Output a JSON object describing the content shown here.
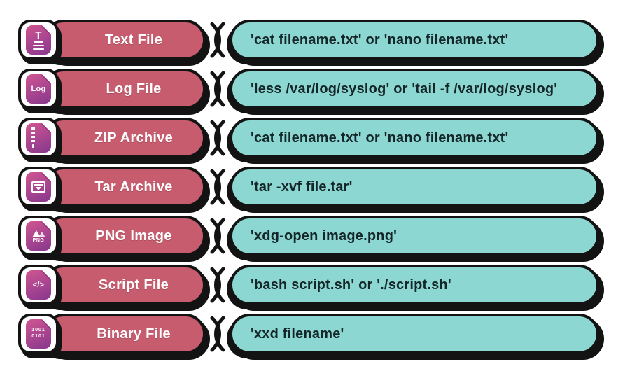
{
  "colors": {
    "left_pill": "#c65c6e",
    "right_pill": "#8dd7d3",
    "outline": "#131313",
    "icon_top": "#d05691",
    "icon_bottom": "#8e3a8e",
    "label_text": "#ffffff",
    "command_text": "#142628"
  },
  "rows": [
    {
      "label": "Text File",
      "command": "'cat filename.txt' or 'nano filename.txt'",
      "icon": "text-file-icon",
      "icon_glyph": "T"
    },
    {
      "label": "Log File",
      "command": "'less /var/log/syslog' or 'tail -f /var/log/syslog'",
      "icon": "log-file-icon",
      "icon_glyph": "Log"
    },
    {
      "label": "ZIP Archive",
      "command": "'cat filename.txt' or 'nano filename.txt'",
      "icon": "zip-archive-icon",
      "icon_glyph": ""
    },
    {
      "label": "Tar Archive",
      "command": "'tar -xvf file.tar'",
      "icon": "tar-archive-icon",
      "icon_glyph": ""
    },
    {
      "label": "PNG Image",
      "command": "'xdg-open image.png'",
      "icon": "png-image-icon",
      "icon_glyph": "PNG"
    },
    {
      "label": "Script File",
      "command": "'bash script.sh' or './script.sh'",
      "icon": "script-file-icon",
      "icon_glyph": "</>"
    },
    {
      "label": "Binary File",
      "command": "'xxd filename'",
      "icon": "binary-file-icon",
      "icon_glyph": "1001",
      "icon_glyph2": "0101"
    }
  ]
}
